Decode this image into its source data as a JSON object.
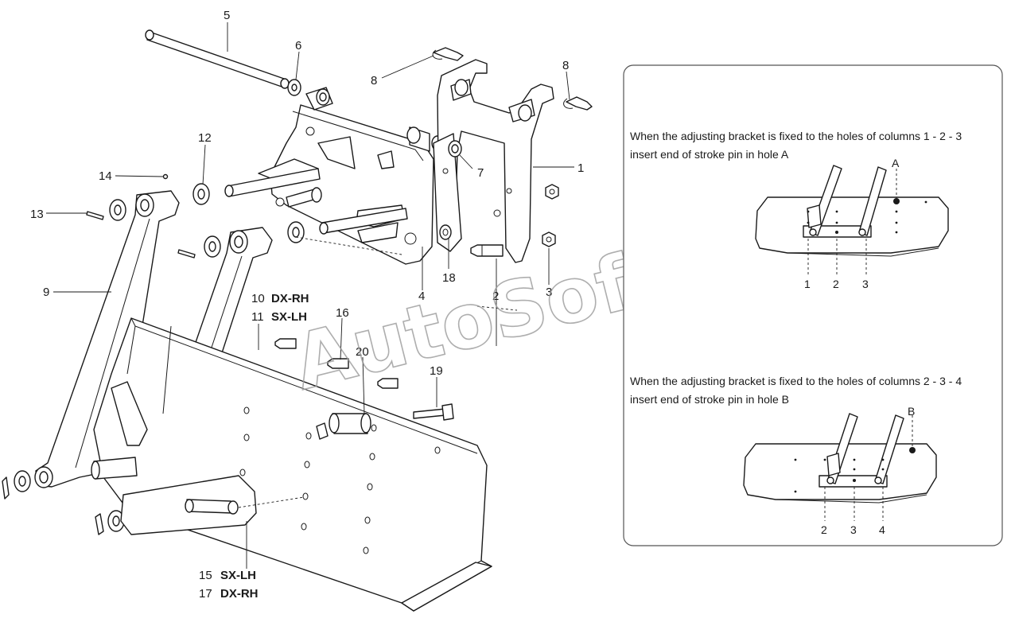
{
  "watermark": "AutoSoft",
  "callouts": {
    "c1": "1",
    "c2": "2",
    "c3": "3",
    "c4": "4",
    "c5": "5",
    "c6": "6",
    "c7": "7",
    "c8a": "8",
    "c8b": "8",
    "c9": "9",
    "c12": "12",
    "c13": "13",
    "c14": "14",
    "c16": "16",
    "c18": "18",
    "c19": "19",
    "c20": "20",
    "c10_num": "10",
    "c10_side": "DX-RH",
    "c11_num": "11",
    "c11_side": "SX-LH",
    "c15_num": "15",
    "c15_side": "SX-LH",
    "c17_num": "17",
    "c17_side": "DX-RH"
  },
  "panel": {
    "top": {
      "line1": "When the adjusting bracket is fixed to the holes of columns 1 - 2 - 3",
      "line2": "insert end of stroke pin in hole A",
      "hole_label": "A",
      "columns": [
        "1",
        "2",
        "3"
      ]
    },
    "bottom": {
      "line1": "When the adjusting bracket is fixed to the holes of columns 2 - 3 - 4",
      "line2": "insert end of stroke pin in hole B",
      "hole_label": "B",
      "columns": [
        "2",
        "3",
        "4"
      ]
    }
  }
}
